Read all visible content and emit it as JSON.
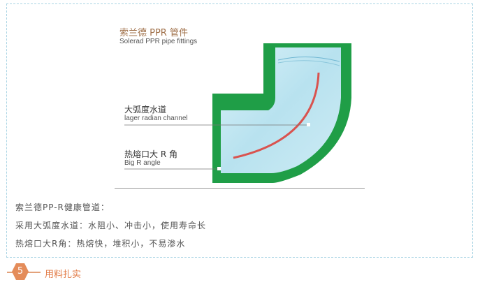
{
  "header": {
    "title_cn": "索兰德 PPR 管件",
    "title_en": "Solerad PPR pipe fittings"
  },
  "callouts": {
    "channel_cn": "大弧度水道",
    "channel_en": "lager radian channel",
    "angle_cn": "热熔口大 R 角",
    "angle_en": "Big R angle"
  },
  "description": {
    "line1": "索兰德PP-R健康管道：",
    "line2": "采用大弧度水道：水阻小、冲击小，使用寿命长",
    "line3": "热熔口大R角：热熔快，堆积小，不易渗水"
  },
  "step": {
    "number": "5",
    "label": "用料扎实"
  },
  "colors": {
    "pipe_green": "#1f9e47",
    "water_blue": "#bfe6f2",
    "flow_red": "#d9534f",
    "accent_orange": "#e48c5a"
  }
}
